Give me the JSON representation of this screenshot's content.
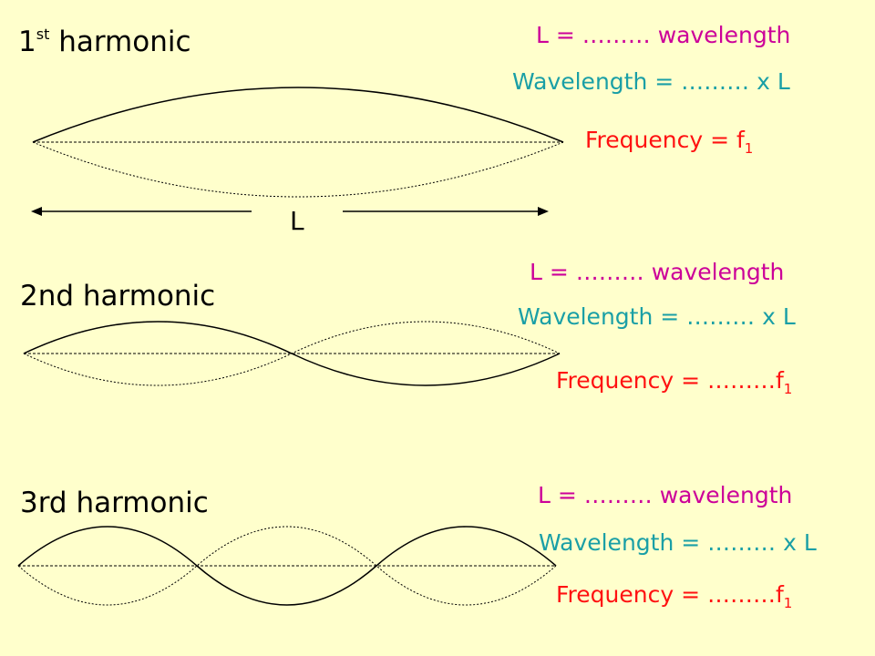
{
  "colors": {
    "background": "#ffffcc",
    "length_ratio": "#cc0099",
    "length_word": "#cc0099",
    "wavelength_formula": "#1a9fa6",
    "frequency_formula": "#ff1111",
    "wave": "#000000"
  },
  "length_label": "L",
  "harmonics": [
    {
      "title_num": "1",
      "title_sup": "st",
      "title_text": " harmonic",
      "length_ratio": "L = ……… ",
      "length_word": "wavelength",
      "wavelength_formula": "Wavelength = ……… x L",
      "frequency_prefix": "Frequency = f",
      "frequency_sub": "1",
      "loops": 1
    },
    {
      "title_text": "2nd harmonic",
      "length_ratio": "L = ……… ",
      "length_word": "wavelength",
      "wavelength_formula": "Wavelength = ……… x L",
      "frequency_prefix": "Frequency = ………f",
      "frequency_sub": "1",
      "loops": 2
    },
    {
      "title_text": "3rd harmonic",
      "length_ratio": "L = ……… ",
      "length_word": "wavelength",
      "wavelength_formula": "Wavelength = ……… x L",
      "frequency_prefix": "Frequency = ………f",
      "frequency_sub": "1",
      "loops": 3
    }
  ]
}
